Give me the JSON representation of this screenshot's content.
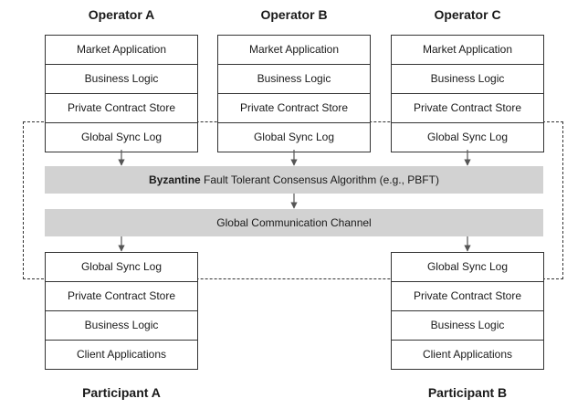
{
  "operators": [
    {
      "title": "Operator A",
      "layers": [
        "Market Application",
        "Business Logic",
        "Private Contract Store",
        "Global Sync Log"
      ]
    },
    {
      "title": "Operator B",
      "layers": [
        "Market Application",
        "Business Logic",
        "Private Contract Store",
        "Global Sync Log"
      ]
    },
    {
      "title": "Operator C",
      "layers": [
        "Market Application",
        "Business Logic",
        "Private Contract Store",
        "Global Sync Log"
      ]
    }
  ],
  "consensus": {
    "bold": "Byzantine",
    "rest": " Fault Tolerant Consensus Algorithm (e.g., PBFT)"
  },
  "channel": {
    "label": "Global Communication Channel"
  },
  "participants": [
    {
      "title": "Participant A",
      "layers": [
        "Global Sync Log",
        "Private Contract Store",
        "Business Logic",
        "Client Applications"
      ]
    },
    {
      "title": "Participant B",
      "layers": [
        "Global Sync Log",
        "Private Contract Store",
        "Business Logic",
        "Client Applications"
      ]
    }
  ],
  "colors": {
    "band": "#d2d2d2",
    "line": "#333333",
    "arrow": "#555555"
  }
}
